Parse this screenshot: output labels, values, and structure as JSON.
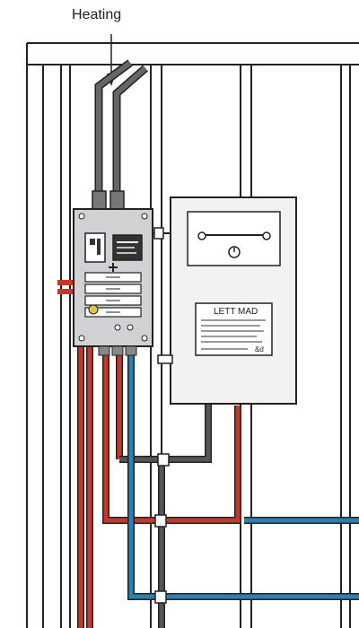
{
  "callout": {
    "label": "Heating"
  },
  "heater": {
    "label_title": "LETT MAD",
    "label_footer": "&d"
  },
  "colors": {
    "outline": "#222222",
    "panel_fill": "#cfd1d3",
    "hot_pipe": "#c0392b",
    "cold_pipe": "#2f7fb0",
    "grey_pipe": "#555555",
    "wall": "#ffffff",
    "heater_fill": "#f2f2f2"
  },
  "icons": [
    "arrow-down-icon",
    "gauge-icon",
    "plus-icon",
    "bulb-icon"
  ]
}
